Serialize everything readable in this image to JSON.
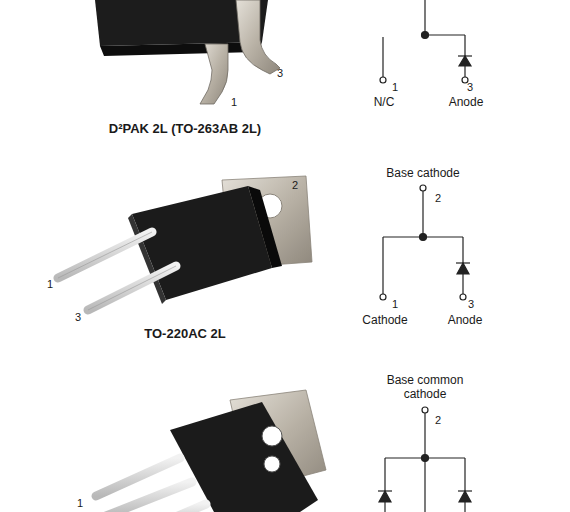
{
  "diagram": {
    "labels": [
      "3",
      "1",
      "D²PAK 2L (TO-263AB 2L)",
      "1",
      "N/C",
      "3",
      "Anode",
      "2",
      "1",
      "3",
      "TO-220AC 2L",
      "Base cathode",
      "2",
      "1",
      "Cathode",
      "3",
      "Anode",
      "Base common cathode",
      "2",
      "1"
    ]
  }
}
